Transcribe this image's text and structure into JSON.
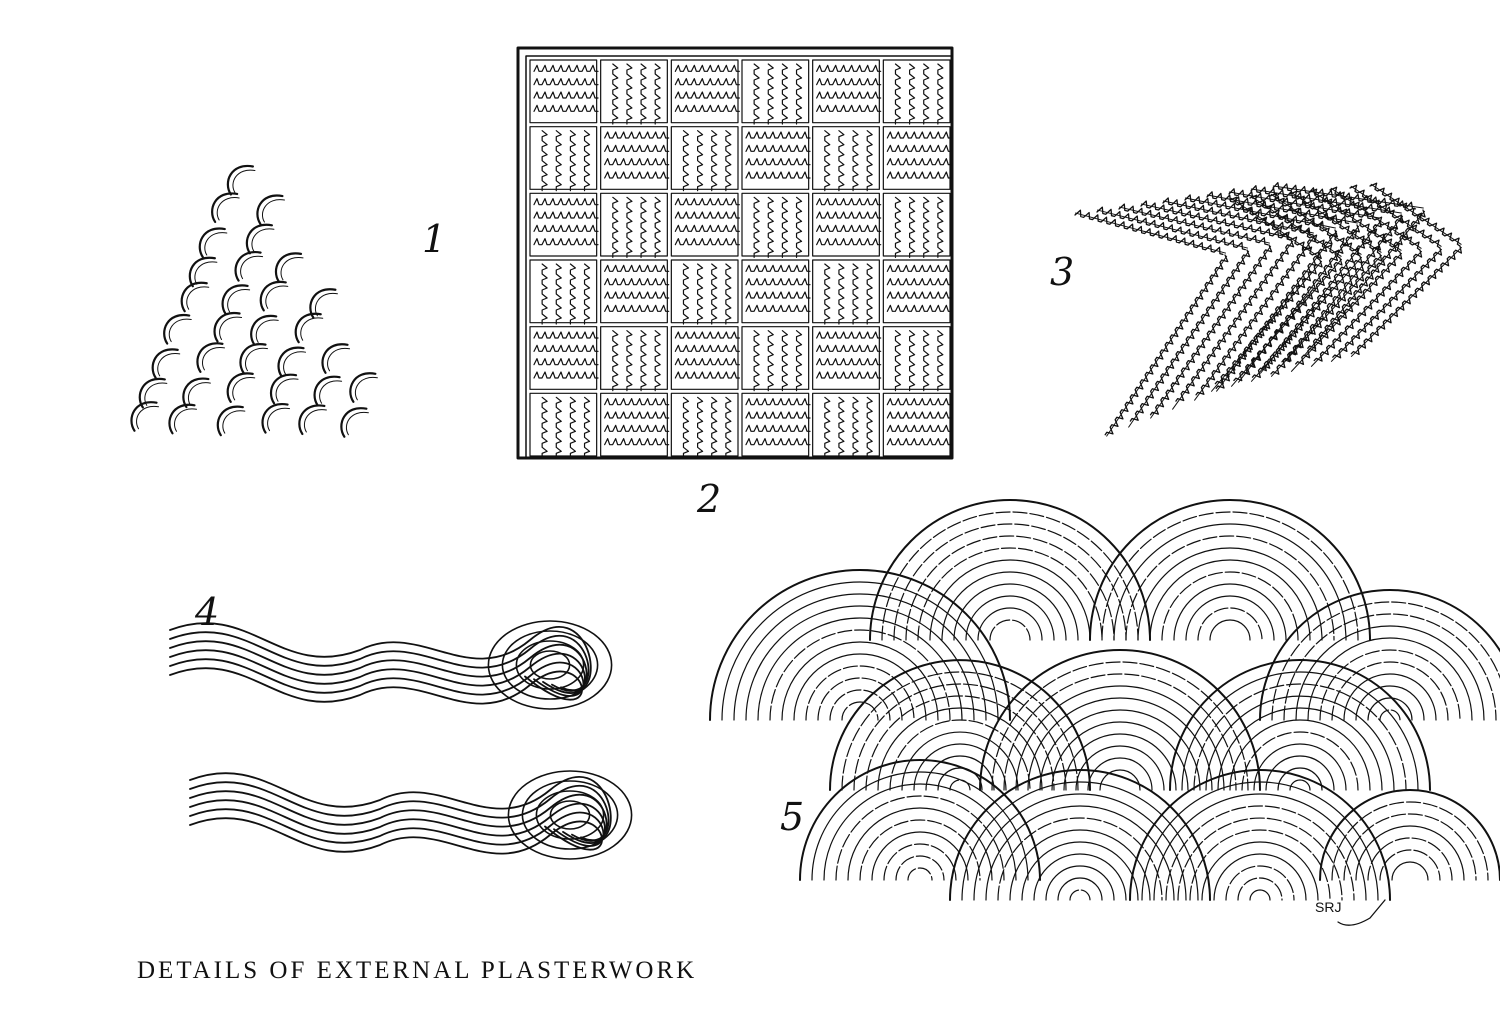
{
  "plate": {
    "caption": "DETAILS OF EXTERNAL PLASTERWORK",
    "signature": "SRJ",
    "ink_color": "#111111",
    "paper_color": "#ffffff"
  },
  "figures": [
    {
      "number": "1",
      "pattern": "scattered hook strokes"
    },
    {
      "number": "2",
      "pattern": "basketweave of combed squares"
    },
    {
      "number": "3",
      "pattern": "serrated herringbone chevrons"
    },
    {
      "number": "4",
      "pattern": "interlaced scroll waves"
    },
    {
      "number": "5",
      "pattern": "overlapping concentric fans"
    }
  ]
}
